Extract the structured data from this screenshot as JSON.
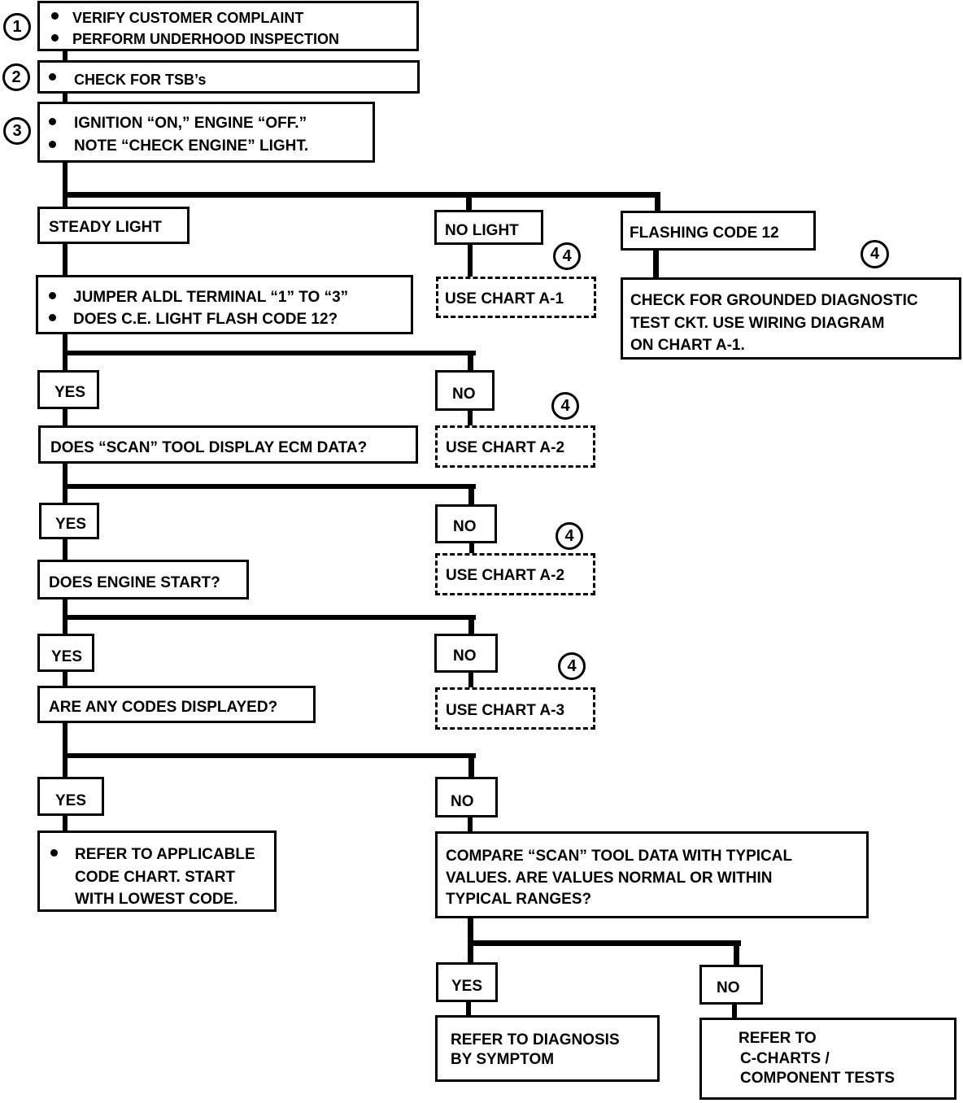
{
  "steps": [
    {
      "number": "1",
      "lines": [
        "VERIFY CUSTOMER COMPLAINT",
        "PERFORM UNDERHOOD INSPECTION"
      ]
    },
    {
      "number": "2",
      "lines": [
        "CHECK FOR TSB’s"
      ]
    },
    {
      "number": "3",
      "lines": [
        "IGNITION “ON,” ENGINE  “OFF.”",
        "NOTE “CHECK ENGINE” LIGHT."
      ]
    }
  ],
  "light_states": {
    "steady": "STEADY LIGHT",
    "none": "NO LIGHT",
    "flashing": "FLASHING CODE 12"
  },
  "note_ref": "4",
  "jumper_check": [
    "JUMPER  ALDL TERMINAL “1” TO “3”",
    "DOES C.E. LIGHT FLASH CODE 12?"
  ],
  "grounded_check": [
    "CHECK FOR GROUNDED DIAGNOSTIC",
    "TEST CKT.  USE WIRING DIAGRAM",
    "ON CHART A-1."
  ],
  "yes": "YES",
  "no": "NO",
  "charts": {
    "a1": "USE CHART A-1",
    "a2_first": "USE CHART A-2",
    "a2_second": "USE CHART A-2",
    "a3": "USE CHART A-3"
  },
  "questions": {
    "scan": "DOES “SCAN” TOOL DISPLAY ECM DATA?",
    "start": "DOES ENGINE START?",
    "codes": "ARE ANY CODES DISPLAYED?"
  },
  "code_chart": [
    "REFER TO APPLICABLE",
    "CODE CHART.  START",
    "WITH LOWEST CODE."
  ],
  "compare": [
    "COMPARE “SCAN” TOOL DATA WITH TYPICAL",
    "VALUES.  ARE VALUES NORMAL OR WITHIN",
    "TYPICAL RANGES?"
  ],
  "symptom": [
    "REFER TO DIAGNOSIS",
    "BY SYMPTOM"
  ],
  "component": [
    "REFER TO",
    "C-CHARTS /",
    "COMPONENT TESTS"
  ]
}
